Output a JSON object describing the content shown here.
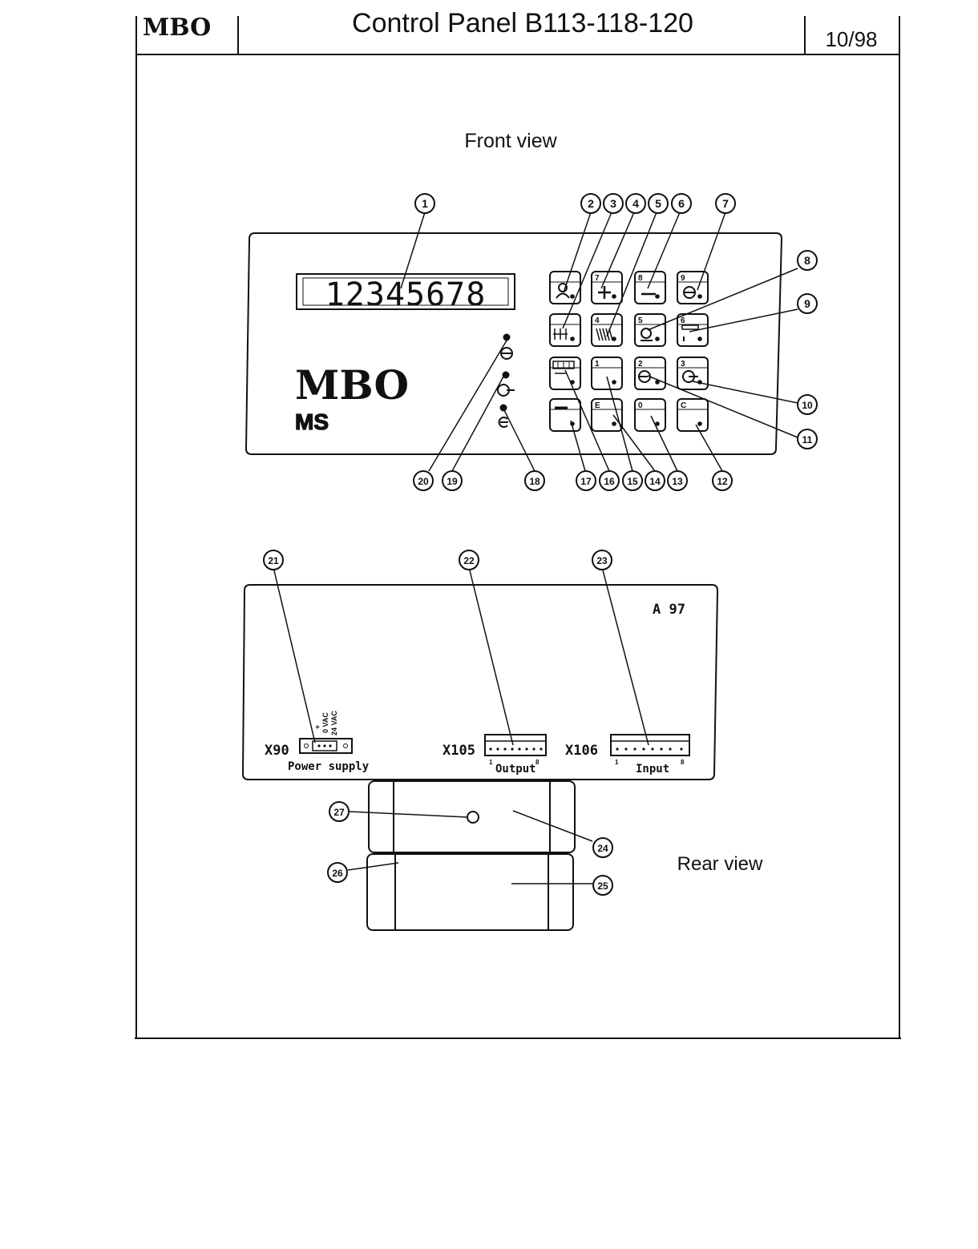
{
  "header": {
    "logo": "MBO",
    "title": "Control Panel B113-118-120",
    "date": "10/98"
  },
  "front": {
    "title": "Front view",
    "display_digits": "12345678",
    "brand_logo": "MBO",
    "model_label": "MS",
    "callouts": [
      "1",
      "2",
      "3",
      "4",
      "5",
      "6",
      "7",
      "8",
      "9",
      "10",
      "11",
      "12",
      "13",
      "14",
      "15",
      "16",
      "17",
      "18",
      "19",
      "20"
    ],
    "keys": [
      {
        "label": "",
        "icon": "operator-icon"
      },
      {
        "label": "7",
        "icon": "plus-icon"
      },
      {
        "label": "8",
        "icon": "minus-icon"
      },
      {
        "label": "9",
        "icon": "circle-minus-icon"
      },
      {
        "label": "",
        "icon": "counter-icon"
      },
      {
        "label": "4",
        "icon": "stack-icon"
      },
      {
        "label": "5",
        "icon": "loop-icon"
      },
      {
        "label": "6",
        "icon": "sheets-icon"
      },
      {
        "label": "",
        "icon": "batch-counter-icon"
      },
      {
        "label": "1",
        "icon": "blank-icon"
      },
      {
        "label": "2",
        "icon": "in-arrow-icon"
      },
      {
        "label": "3",
        "icon": "out-arrow-icon"
      },
      {
        "label": "",
        "icon": "key-icon"
      },
      {
        "label": "E",
        "icon": "blank-icon"
      },
      {
        "label": "0",
        "icon": "blank-icon"
      },
      {
        "label": "C",
        "icon": "blank-icon"
      }
    ]
  },
  "rear": {
    "title": "Rear view",
    "model": "A 97",
    "callouts": [
      "21",
      "22",
      "23",
      "24",
      "25",
      "26",
      "27"
    ],
    "connectors": [
      {
        "id": "X90",
        "caption": "Power supply"
      },
      {
        "id": "X105",
        "caption": "Output"
      },
      {
        "id": "X106",
        "caption": "Input"
      }
    ],
    "pin_numbers": [
      "1",
      "8",
      "1",
      "8"
    ],
    "power_pins": [
      "+",
      "0 VAC",
      "24 VAC"
    ]
  }
}
